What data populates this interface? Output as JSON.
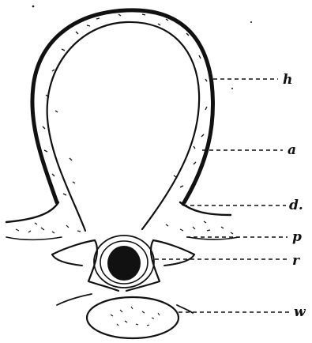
{
  "figure": {
    "labels": {
      "h": "h",
      "a": "a",
      "d": "d.",
      "p": "p",
      "r": "r",
      "w": "w"
    }
  },
  "colors": {
    "ink": "#111111",
    "paper": "#ffffff"
  }
}
